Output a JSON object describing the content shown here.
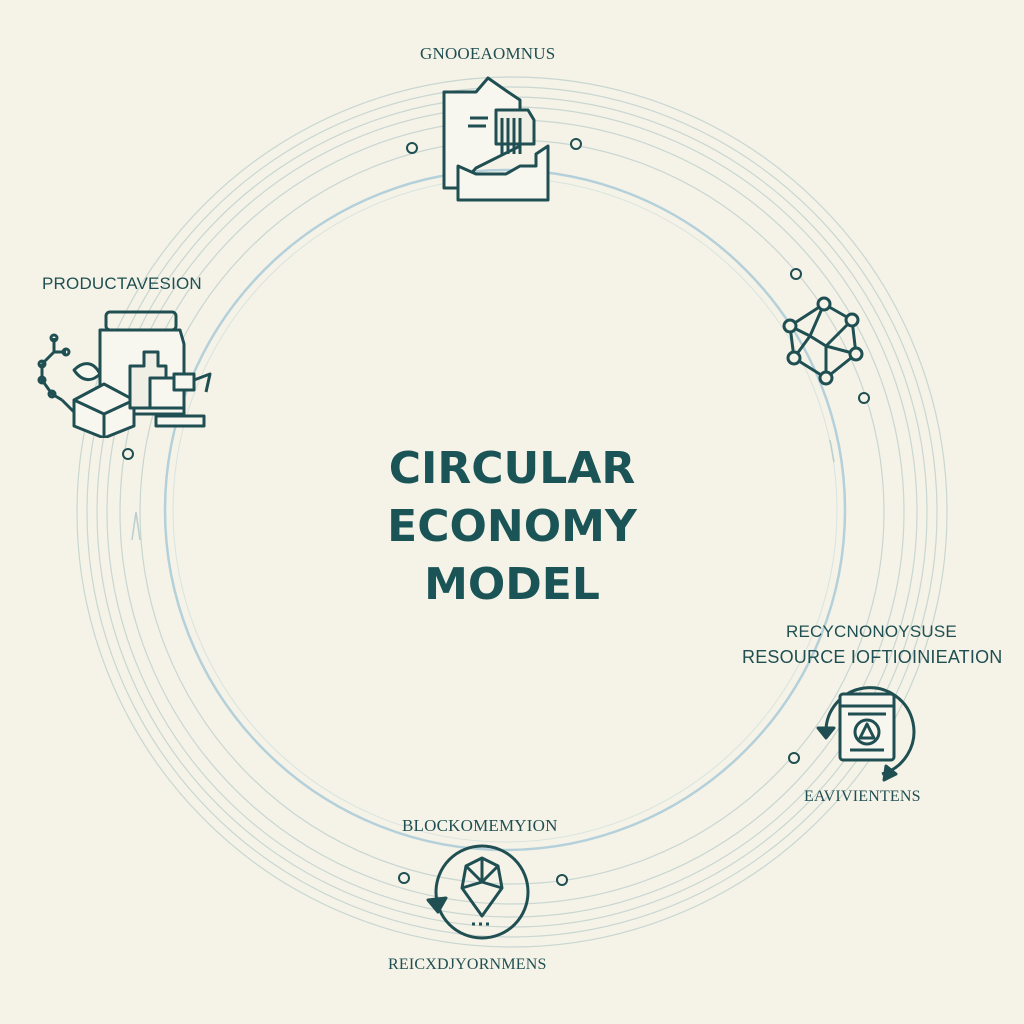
{
  "diagram": {
    "title_lines": [
      "CIRCULAR",
      "ECONOMY",
      "MODEL"
    ],
    "nodes": {
      "top": {
        "label": "GNOOEAOMNUS",
        "icon": "bag-with-documents-icon"
      },
      "left": {
        "label": "PRODUCTAVESION",
        "icon": "jar-and-packages-icon"
      },
      "right": {
        "label": "",
        "icon": "network-nodes-icon"
      },
      "lower_right": {
        "label_line1": "RECYCNONOYSUSE",
        "label_line2": "RESOURCE IOFTIOINIEATION",
        "label_below": "EAVIVIENTENS",
        "icon": "recycling-circle-icon"
      },
      "bottom": {
        "label_above": "BLOCKOMEMYION",
        "label_below": "REICXDJYORNMENS",
        "icon": "blockchain-gem-circle-icon"
      }
    },
    "colors": {
      "background": "#f5f3e7",
      "ink": "#1f4f52",
      "title": "#1b5457",
      "ring": "#b9cfcf",
      "ring_inner": "#a9cbd6"
    }
  }
}
